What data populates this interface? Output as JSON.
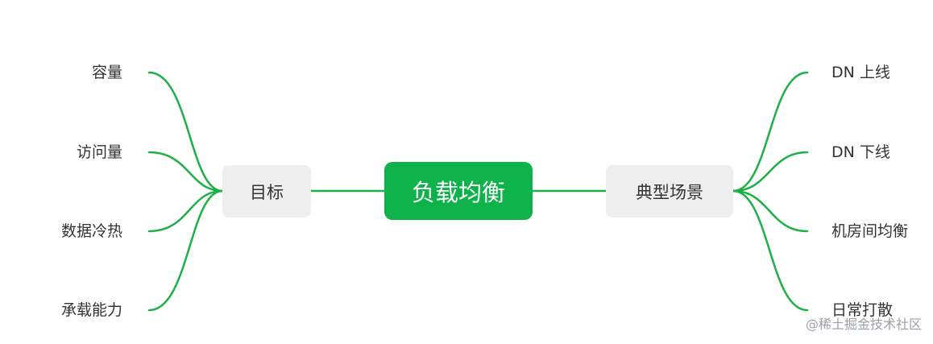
{
  "diagram": {
    "root": {
      "label": "负载均衡"
    },
    "left_branch": {
      "label": "目标",
      "children": [
        "容量",
        "访问量",
        "数据冷热",
        "承载能力"
      ]
    },
    "right_branch": {
      "label": "典型场景",
      "children": [
        "DN 上线",
        "DN 下线",
        "机房间均衡",
        "日常打散"
      ]
    },
    "colors": {
      "root_fill": "#0db24b",
      "branch_fill": "#eeeeee",
      "connector": "#1db046",
      "text": "#333333",
      "watermark": "#9aa0a6"
    }
  },
  "watermark": "@稀土掘金技术社区"
}
